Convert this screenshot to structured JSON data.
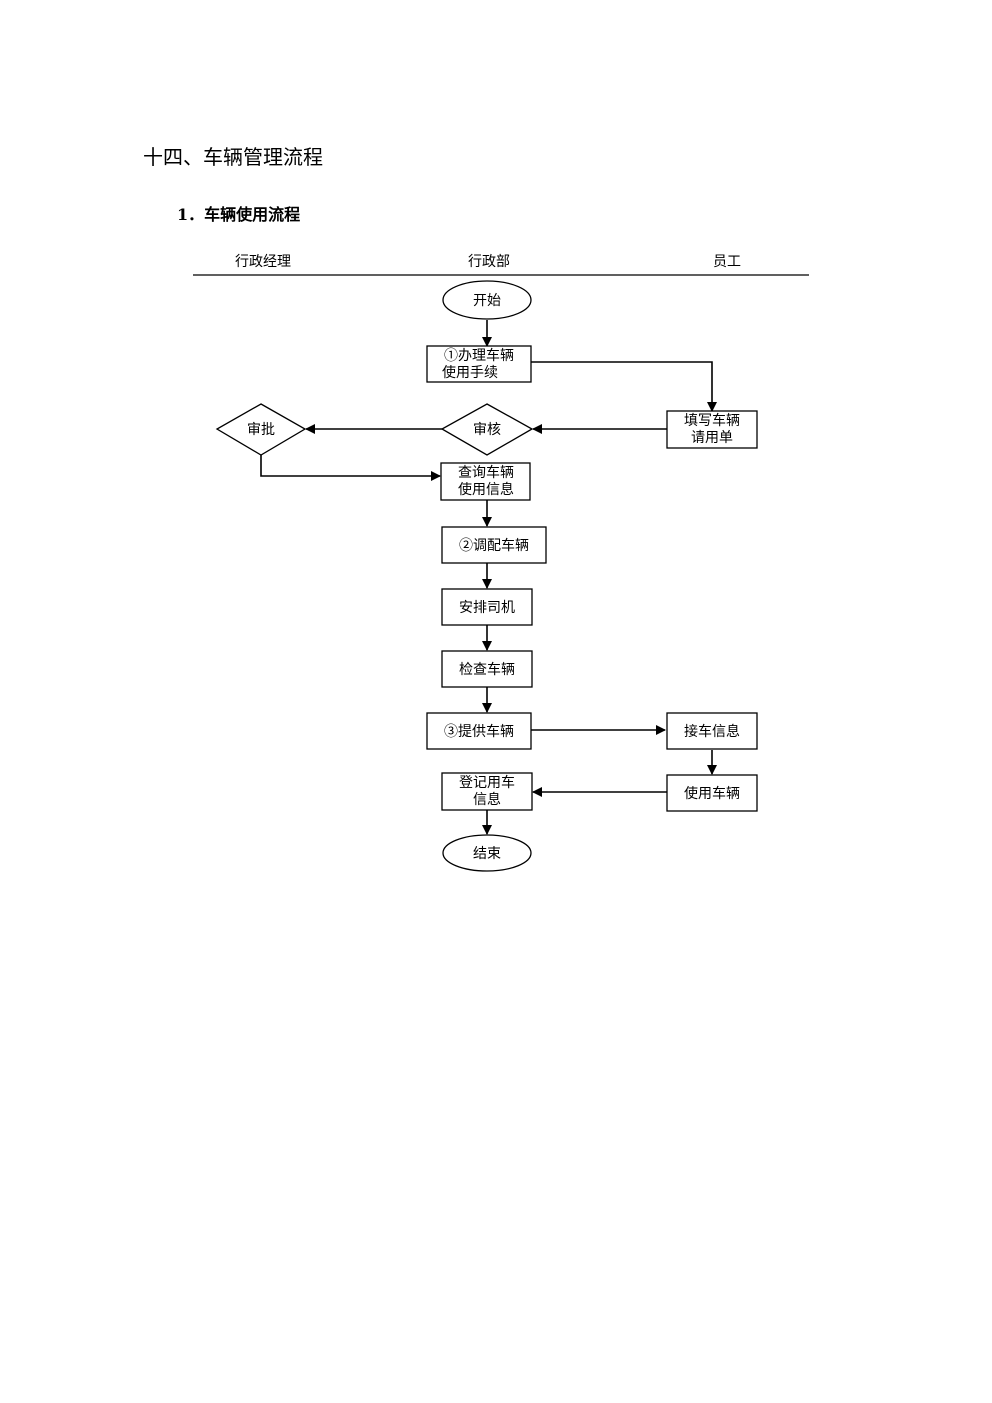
{
  "document": {
    "section_title": "十四、车辆管理流程",
    "subsection_title": "1．车辆使用流程"
  },
  "lanes": {
    "manager": "行政经理",
    "admin": "行政部",
    "employee": "员工"
  },
  "nodes": {
    "start": "开始",
    "handle_line1": "①办理车辆",
    "handle_line2": "使用手续",
    "fill_line1": "填写车辆",
    "fill_line2": "请用单",
    "review": "审核",
    "approve": "审批",
    "query_line1": "查询车辆",
    "query_line2": "使用信息",
    "dispatch": "②调配车辆",
    "arrange_driver": "安排司机",
    "inspect": "检查车辆",
    "provide": "③提供车辆",
    "pickup_info": "接车信息",
    "use_vehicle": "使用车辆",
    "record_line1": "登记用车",
    "record_line2": "信息",
    "end": "结束"
  }
}
